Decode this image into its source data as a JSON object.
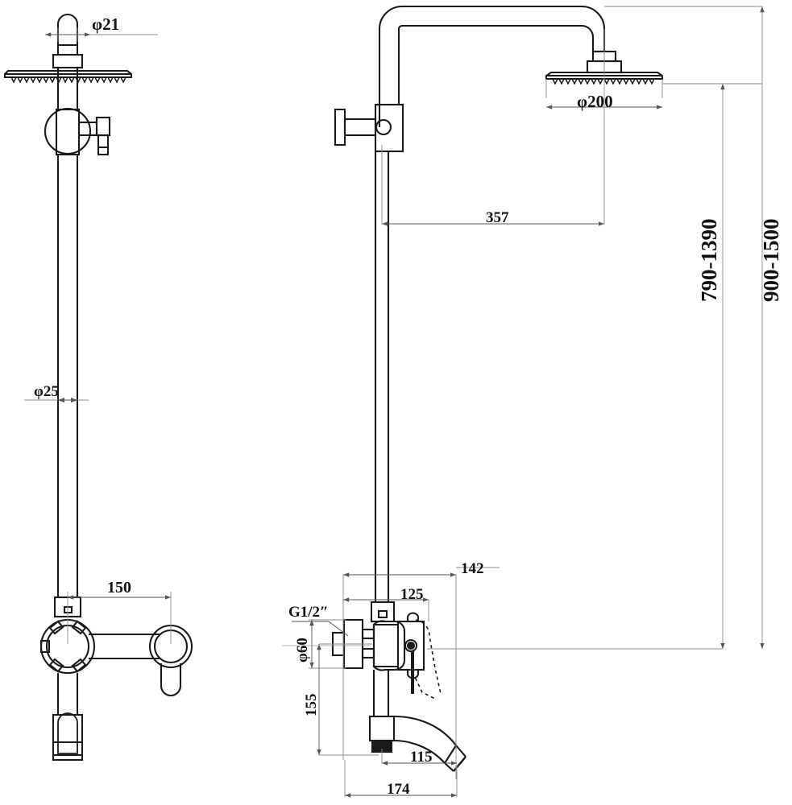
{
  "drawing": {
    "title": "Shower column technical dimension drawing",
    "units": "mm",
    "line_color": "#1a1a1a",
    "dim_line_color": "#8c8c8c",
    "background": "#ffffff",
    "views": [
      {
        "name": "front-view",
        "position": "left"
      },
      {
        "name": "side-view",
        "position": "right"
      }
    ]
  },
  "dimensions": {
    "riser_top_diameter": "φ21",
    "riser_pipe_diameter": "φ25",
    "handle_spread": "150",
    "shower_head_diameter": "φ200",
    "arm_reach": "357",
    "adjustable_height_inner": "790-1390",
    "adjustable_height_outer": "900-1500",
    "valve_inlet_thread": "G1/2″",
    "escutcheon_diameter": "φ60",
    "valve_to_riser_front": "142",
    "valve_body_depth": "125",
    "valve_height": "155",
    "spout_projection_short": "115",
    "spout_projection_long": "174"
  }
}
